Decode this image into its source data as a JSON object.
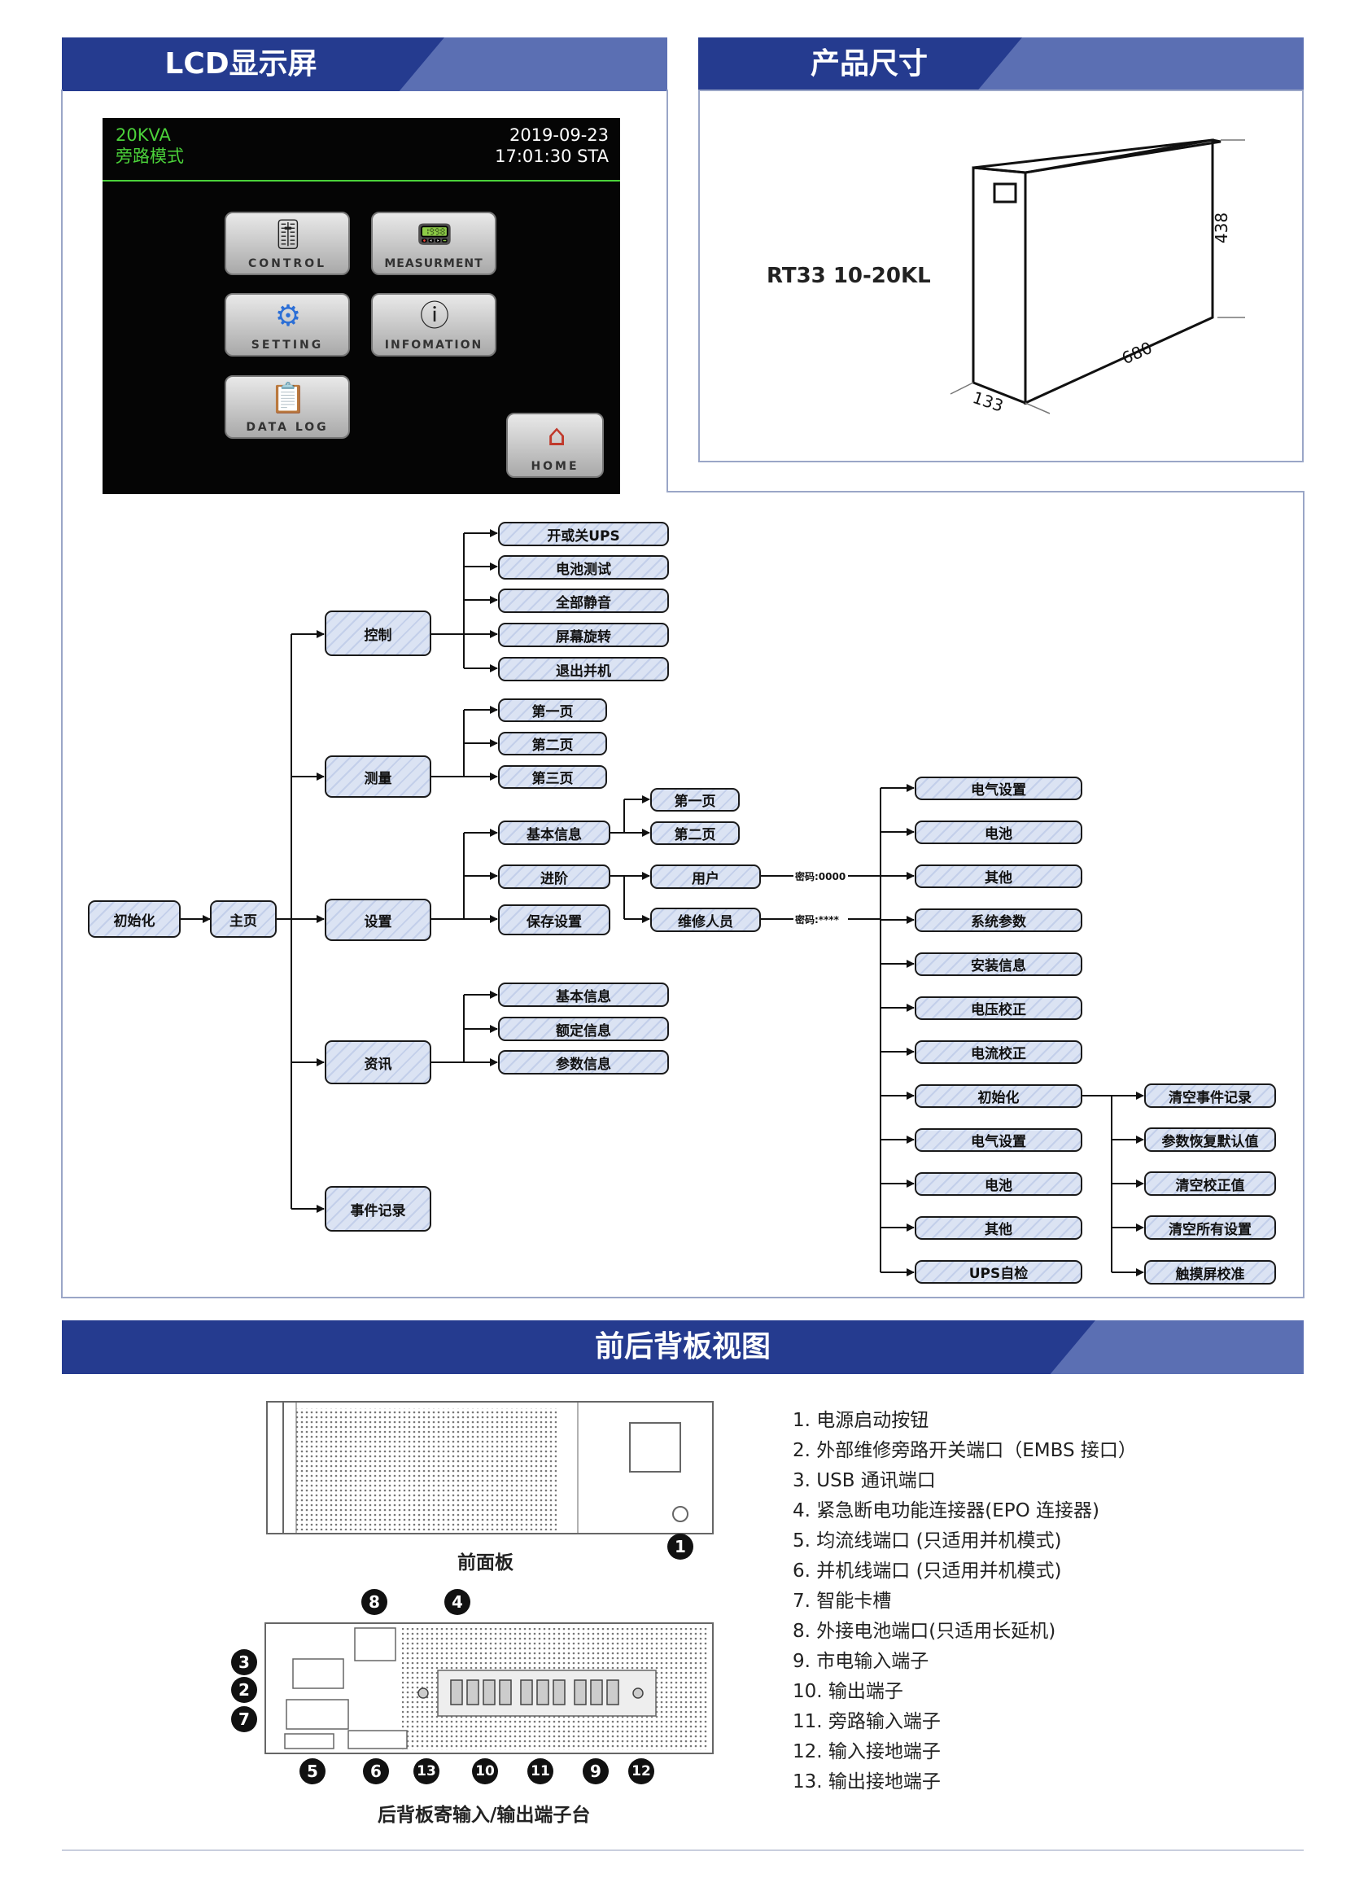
{
  "sections": {
    "lcd": "LCD显示屏",
    "size": "产品尺寸",
    "panels": "前后背板视图"
  },
  "lcd_screen": {
    "model": "20KVA",
    "mode": "旁路模式",
    "date": "2019-09-23",
    "time": "17:01:30 STA",
    "buttons": [
      "CONTROL",
      "MEASURMENT",
      "SETTING",
      "INFOMATION",
      "DATA LOG",
      "HOME"
    ]
  },
  "dimensions": {
    "model": "RT33 10-20KL",
    "height": "438",
    "depth": "680",
    "width": "133"
  },
  "menu": {
    "init": "初始化",
    "home": "主页",
    "control": "控制",
    "measure": "测量",
    "setting": "设置",
    "info": "资讯",
    "events": "事件记录",
    "control_items": [
      "开或关UPS",
      "电池测试",
      "全部静音",
      "屏幕旋转",
      "退出并机"
    ],
    "measure_items": [
      "第一页",
      "第二页",
      "第三页"
    ],
    "setting_items": [
      "基本信息",
      "进阶",
      "保存设置"
    ],
    "basic_pages": [
      "第一页",
      "第二页"
    ],
    "user": "用户",
    "maint": "维修人员",
    "pwd_user": "密码:0000",
    "pwd_maint": "密码:****",
    "user_items": [
      "电气设置",
      "电池",
      "其他"
    ],
    "maint_items": [
      "系统参数",
      "安装信息",
      "电压校正",
      "电流校正",
      "初始化",
      "电气设置",
      "电池",
      "其他",
      "UPS自检"
    ],
    "init_items": [
      "清空事件记录",
      "参数恢复默认值",
      "清空校正值",
      "清空所有设置",
      "触摸屏校准"
    ],
    "info_items": [
      "基本信息",
      "额定信息",
      "参数信息"
    ]
  },
  "panels": {
    "front_caption": "前面板",
    "rear_caption": "后背板寄输入/输出端子台",
    "legend": [
      "1. 电源启动按钮",
      "2. 外部维修旁路开关端口（EMBS 接口）",
      "3. USB 通讯端口",
      "4. 紧急断电功能连接器(EPO 连接器)",
      "5. 均流线端口 (只适用并机模式)",
      "6. 并机线端口 (只适用并机模式)",
      "7. 智能卡槽",
      "8. 外接电池端口(只适用长延机)",
      "9. 市电输入端子",
      "10. 输出端子",
      "11. 旁路输入端子",
      "12. 输入接地端子",
      "13. 输出接地端子"
    ],
    "markers": [
      "1",
      "2",
      "3",
      "4",
      "5",
      "6",
      "7",
      "8",
      "9",
      "10",
      "11",
      "12",
      "13"
    ]
  }
}
